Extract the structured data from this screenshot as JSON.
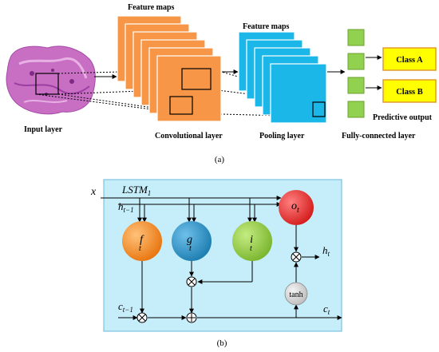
{
  "cnn": {
    "feature_maps_conv": "Feature maps",
    "feature_maps_pool": "Feature maps",
    "input_layer": "Input layer",
    "conv_layer": "Convolutional layer",
    "pool_layer": "Pooling layer",
    "fc_layer": "Fully-connected layer",
    "class_a": "Class A",
    "class_b": "Class B",
    "predictive_output": "Predictive output",
    "caption": "(a)",
    "colors": {
      "conv": "#f79646",
      "pool": "#1bb7e8",
      "fc": "#92d050",
      "output": "#ffff00",
      "input": "#c86fc4"
    }
  },
  "lstm": {
    "title": "LSTM",
    "title_sub": "1",
    "x": "x",
    "h_prev": "h",
    "h_prev_sub": "t−1",
    "c_prev": "c",
    "c_prev_sub": "t−1",
    "h_t": "h",
    "h_t_sub": "t",
    "c_t": "c",
    "c_t_sub": "t",
    "gate_f": "f",
    "gate_g": "g",
    "gate_i": "i",
    "gate_o": "o",
    "gate_sub": "t",
    "tanh": "tanh",
    "caption": "(b)",
    "colors": {
      "panel": "#c6eefa",
      "f": "#f0821e",
      "g": "#2389bd",
      "i": "#8dc63f",
      "o": "#e02424",
      "tanh": "#d0d0d0"
    }
  }
}
